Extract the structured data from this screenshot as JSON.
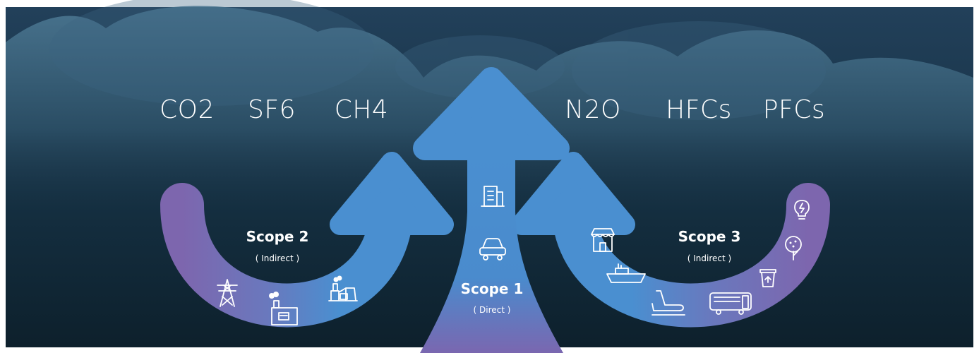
{
  "gases": [
    "CO2",
    "SF6",
    "CH4",
    "N2O",
    "HFCs",
    "PFCs"
  ],
  "scope1": {
    "title": "Scope 1",
    "subtitle": "( Direct )"
  },
  "scope2": {
    "title": "Scope 2",
    "subtitle": "( Indirect )"
  },
  "scope3": {
    "title": "Scope 3",
    "subtitle": "( Indirect )"
  },
  "icons": {
    "scope1": [
      "building-icon",
      "car-icon"
    ],
    "scope2": [
      "power-tower-icon",
      "small-factory-icon",
      "factory-icon"
    ],
    "scope3": [
      "store-icon",
      "ship-icon",
      "airplane-icon",
      "bus-icon",
      "recycle-bin-icon",
      "tree-icon",
      "lightbulb-icon"
    ]
  },
  "colors": {
    "sky_top": "#1f3a52",
    "sky_bottom": "#0f2431",
    "cloud": "#4a7590",
    "arrow_blue": "#4a8fd0",
    "arrow_purple": "#7a67b0"
  }
}
